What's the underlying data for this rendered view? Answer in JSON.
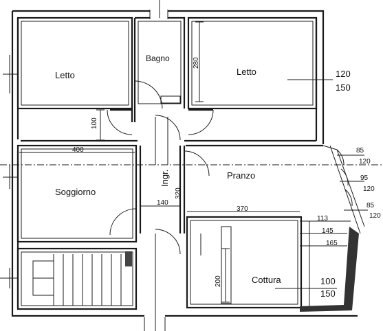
{
  "rooms": {
    "letto_left": "Letto",
    "letto_right": "Letto",
    "bagno": "Bagno",
    "soggiorno": "Soggiorno",
    "ingr": "Ingr.",
    "pranzo": "Pranzo",
    "cottura": "Cottura"
  },
  "dimensions": {
    "d280": "280",
    "d100": "100",
    "d400": "400",
    "d320": "320",
    "d140": "140",
    "d370": "370",
    "d113": "113",
    "d145": "145",
    "d165": "165",
    "d200": "200",
    "d85a": "85",
    "d120a": "120",
    "d95": "95",
    "d120b": "120",
    "d85b": "85",
    "d120c": "120"
  },
  "windows": {
    "right_top": "120",
    "right_bottom": "150",
    "cottura_top": "100",
    "cottura_bottom": "150"
  },
  "colors": {
    "line": "#1a1a1a",
    "background": "#ffffff"
  }
}
